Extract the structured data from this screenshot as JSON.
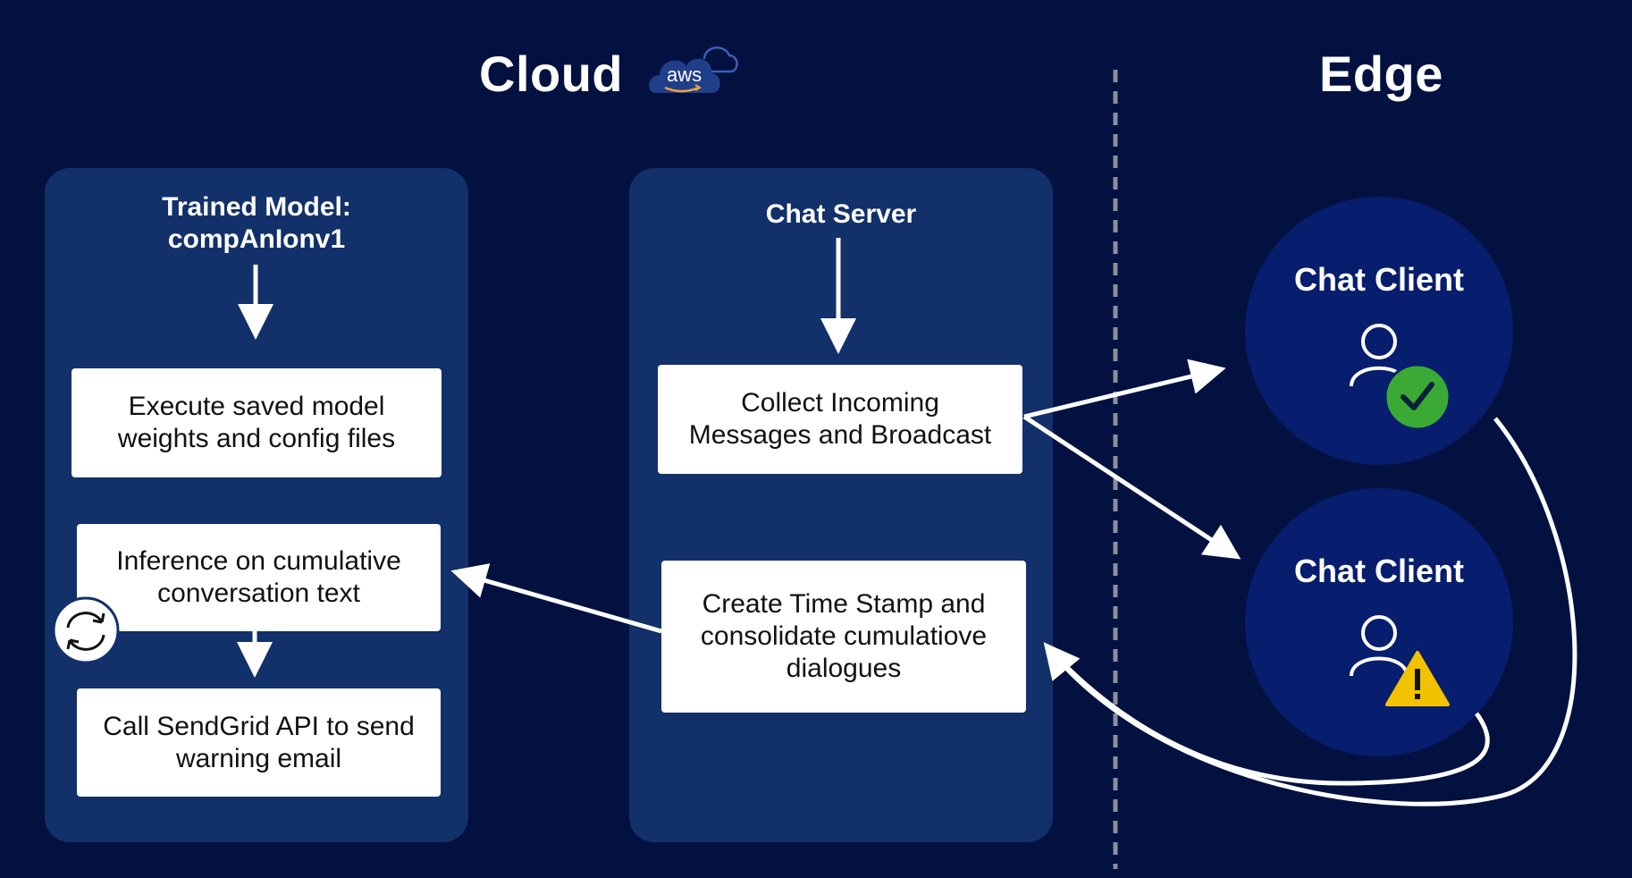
{
  "headings": {
    "cloud": "Cloud",
    "edge": "Edge",
    "aws_logo": "aws"
  },
  "model_panel": {
    "title_line1": "Trained Model:",
    "title_line2": "compAnIonv1",
    "steps": [
      {
        "line1": "Execute saved model",
        "line2": "weights and config files"
      },
      {
        "line1": "Inference on cumulative",
        "line2": "conversation text"
      },
      {
        "line1": "Call SendGrid API to send",
        "line2": "warning email"
      }
    ]
  },
  "server_panel": {
    "title": "Chat Server",
    "steps": [
      {
        "line1": "Collect Incoming",
        "line2": "Messages and Broadcast"
      },
      {
        "line1": "Create Time Stamp and",
        "line2": "consolidate cumulatiove",
        "line3": "dialogues"
      }
    ]
  },
  "clients": [
    {
      "title": "Chat Client",
      "status_icon": "check-badge-icon",
      "status_color": "#3aaa35"
    },
    {
      "title": "Chat Client",
      "status_icon": "warning-triangle-icon",
      "status_color": "#f2c200"
    }
  ],
  "colors": {
    "background": "#031140",
    "panel": "#12306a",
    "client": "#071d6e",
    "aws_badge": "#1f3f8a"
  }
}
